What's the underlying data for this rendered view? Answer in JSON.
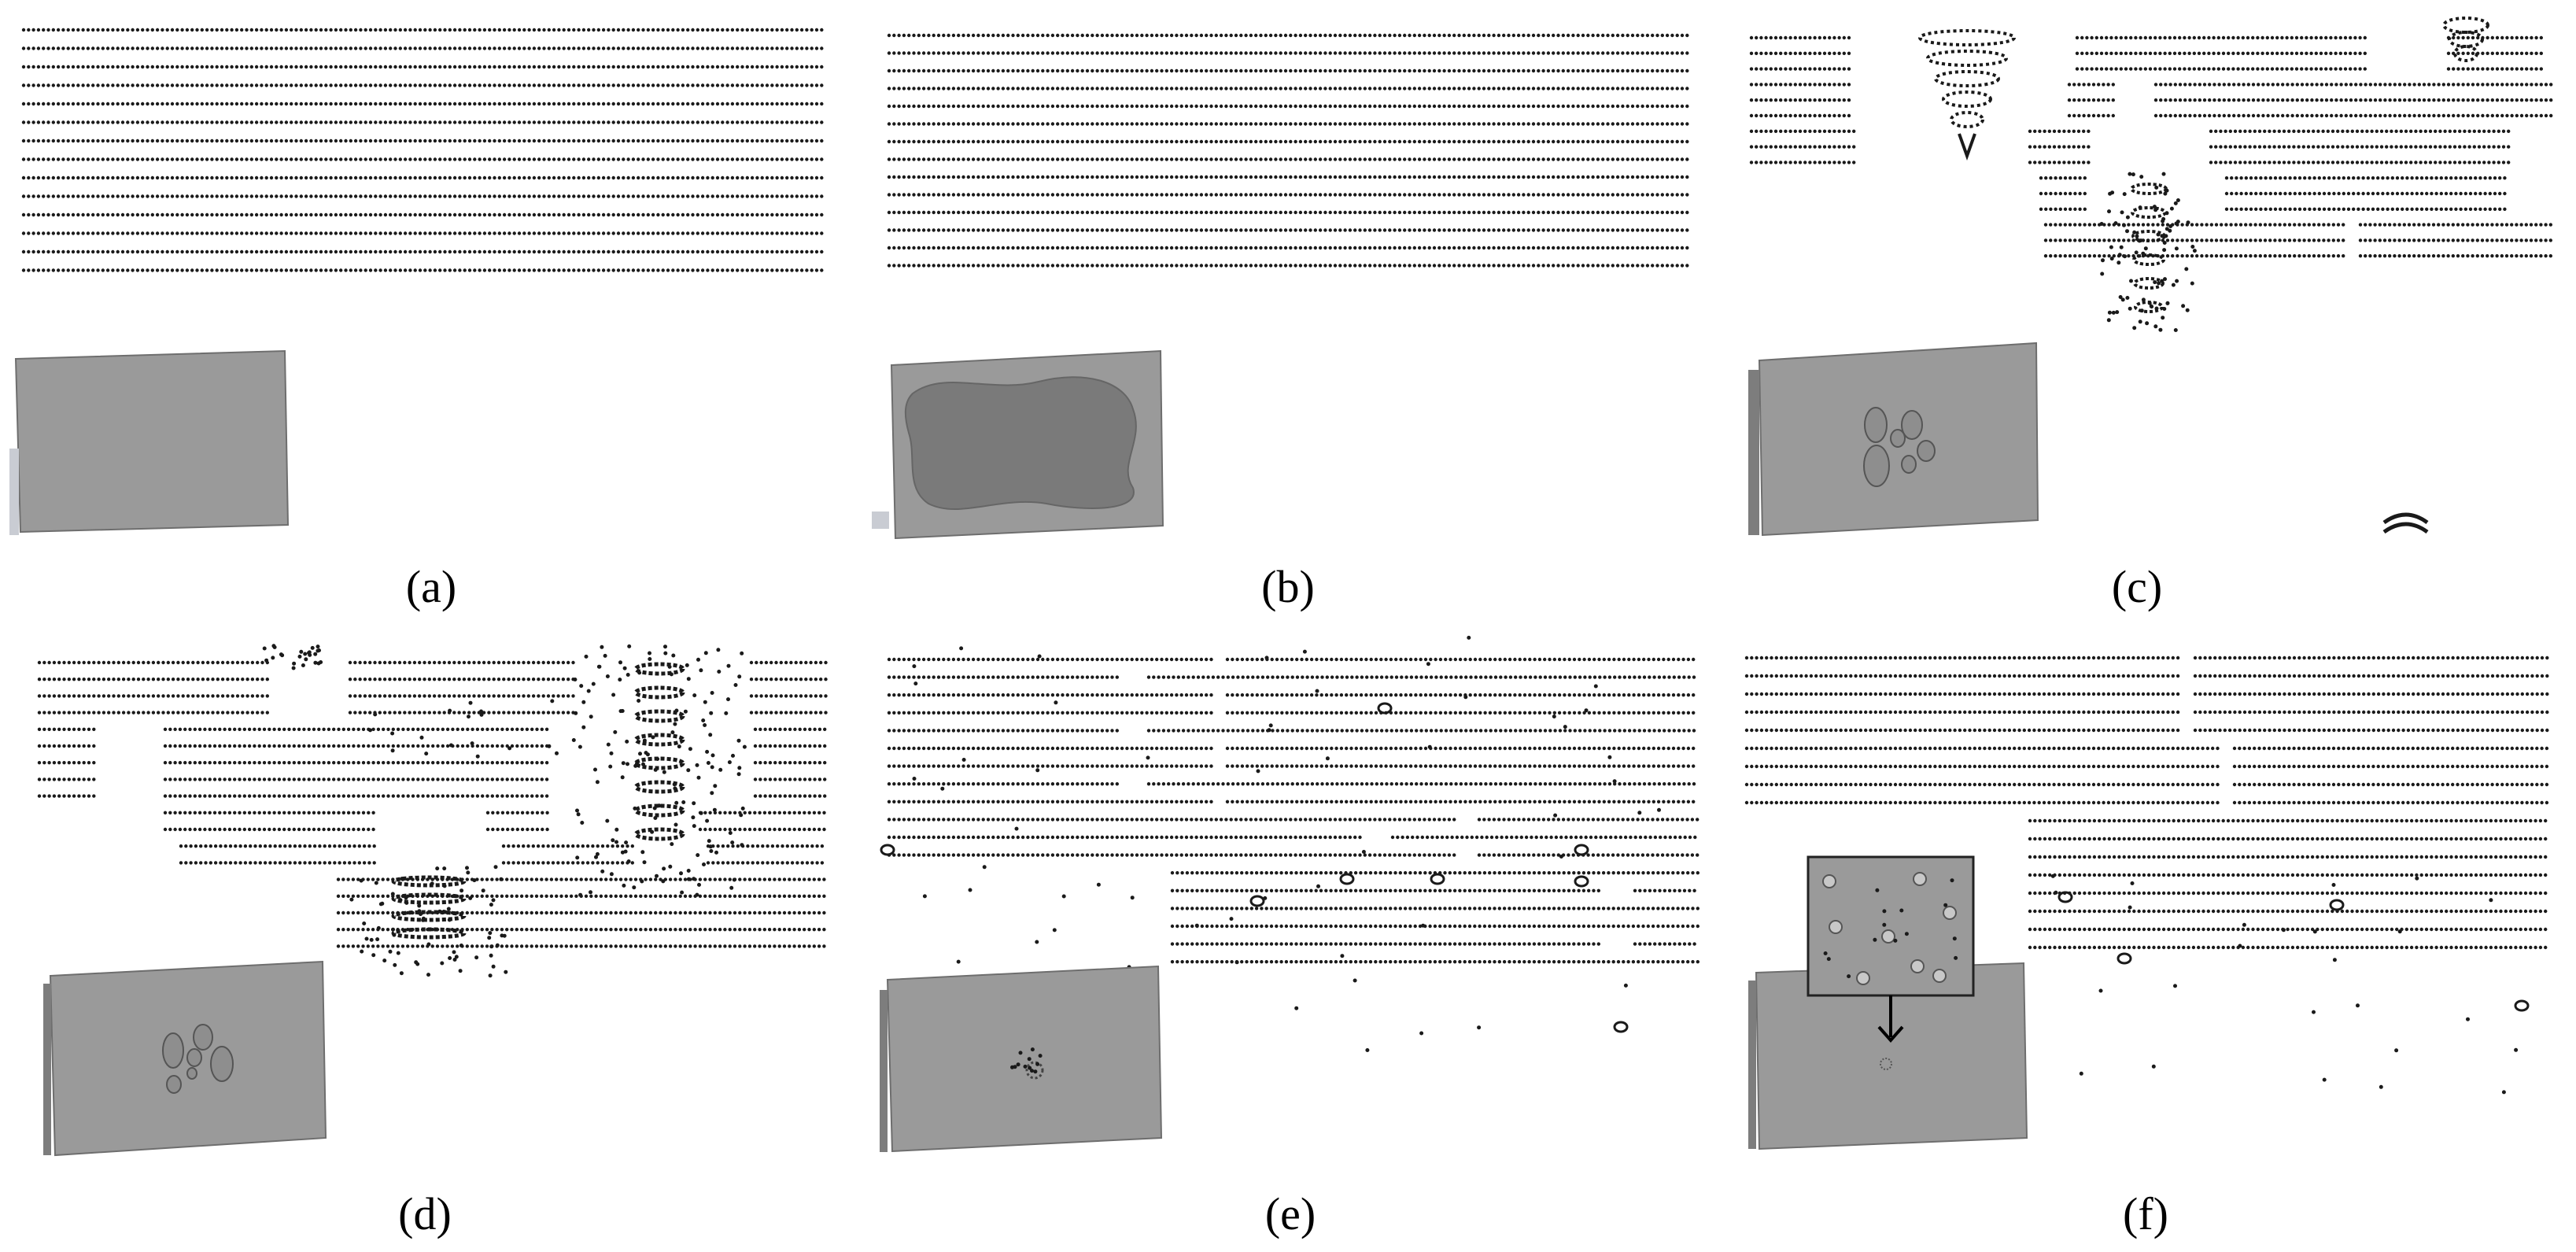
{
  "panels": [
    {
      "id": "a",
      "label": "(a)"
    },
    {
      "id": "b",
      "label": "(b)"
    },
    {
      "id": "c",
      "label": "(c)"
    },
    {
      "id": "d",
      "label": "(d)"
    },
    {
      "id": "e",
      "label": "(e)"
    },
    {
      "id": "f",
      "label": "(f)"
    }
  ],
  "colors": {
    "background": "#ffffff",
    "dots": "#1a1a1a",
    "plate": "#9a9a9a",
    "plate_edge": "#6e6e6e",
    "plate_shadow": "#c9ccd3",
    "damage_region": "#7a7a7a",
    "marker": "#d64545"
  }
}
